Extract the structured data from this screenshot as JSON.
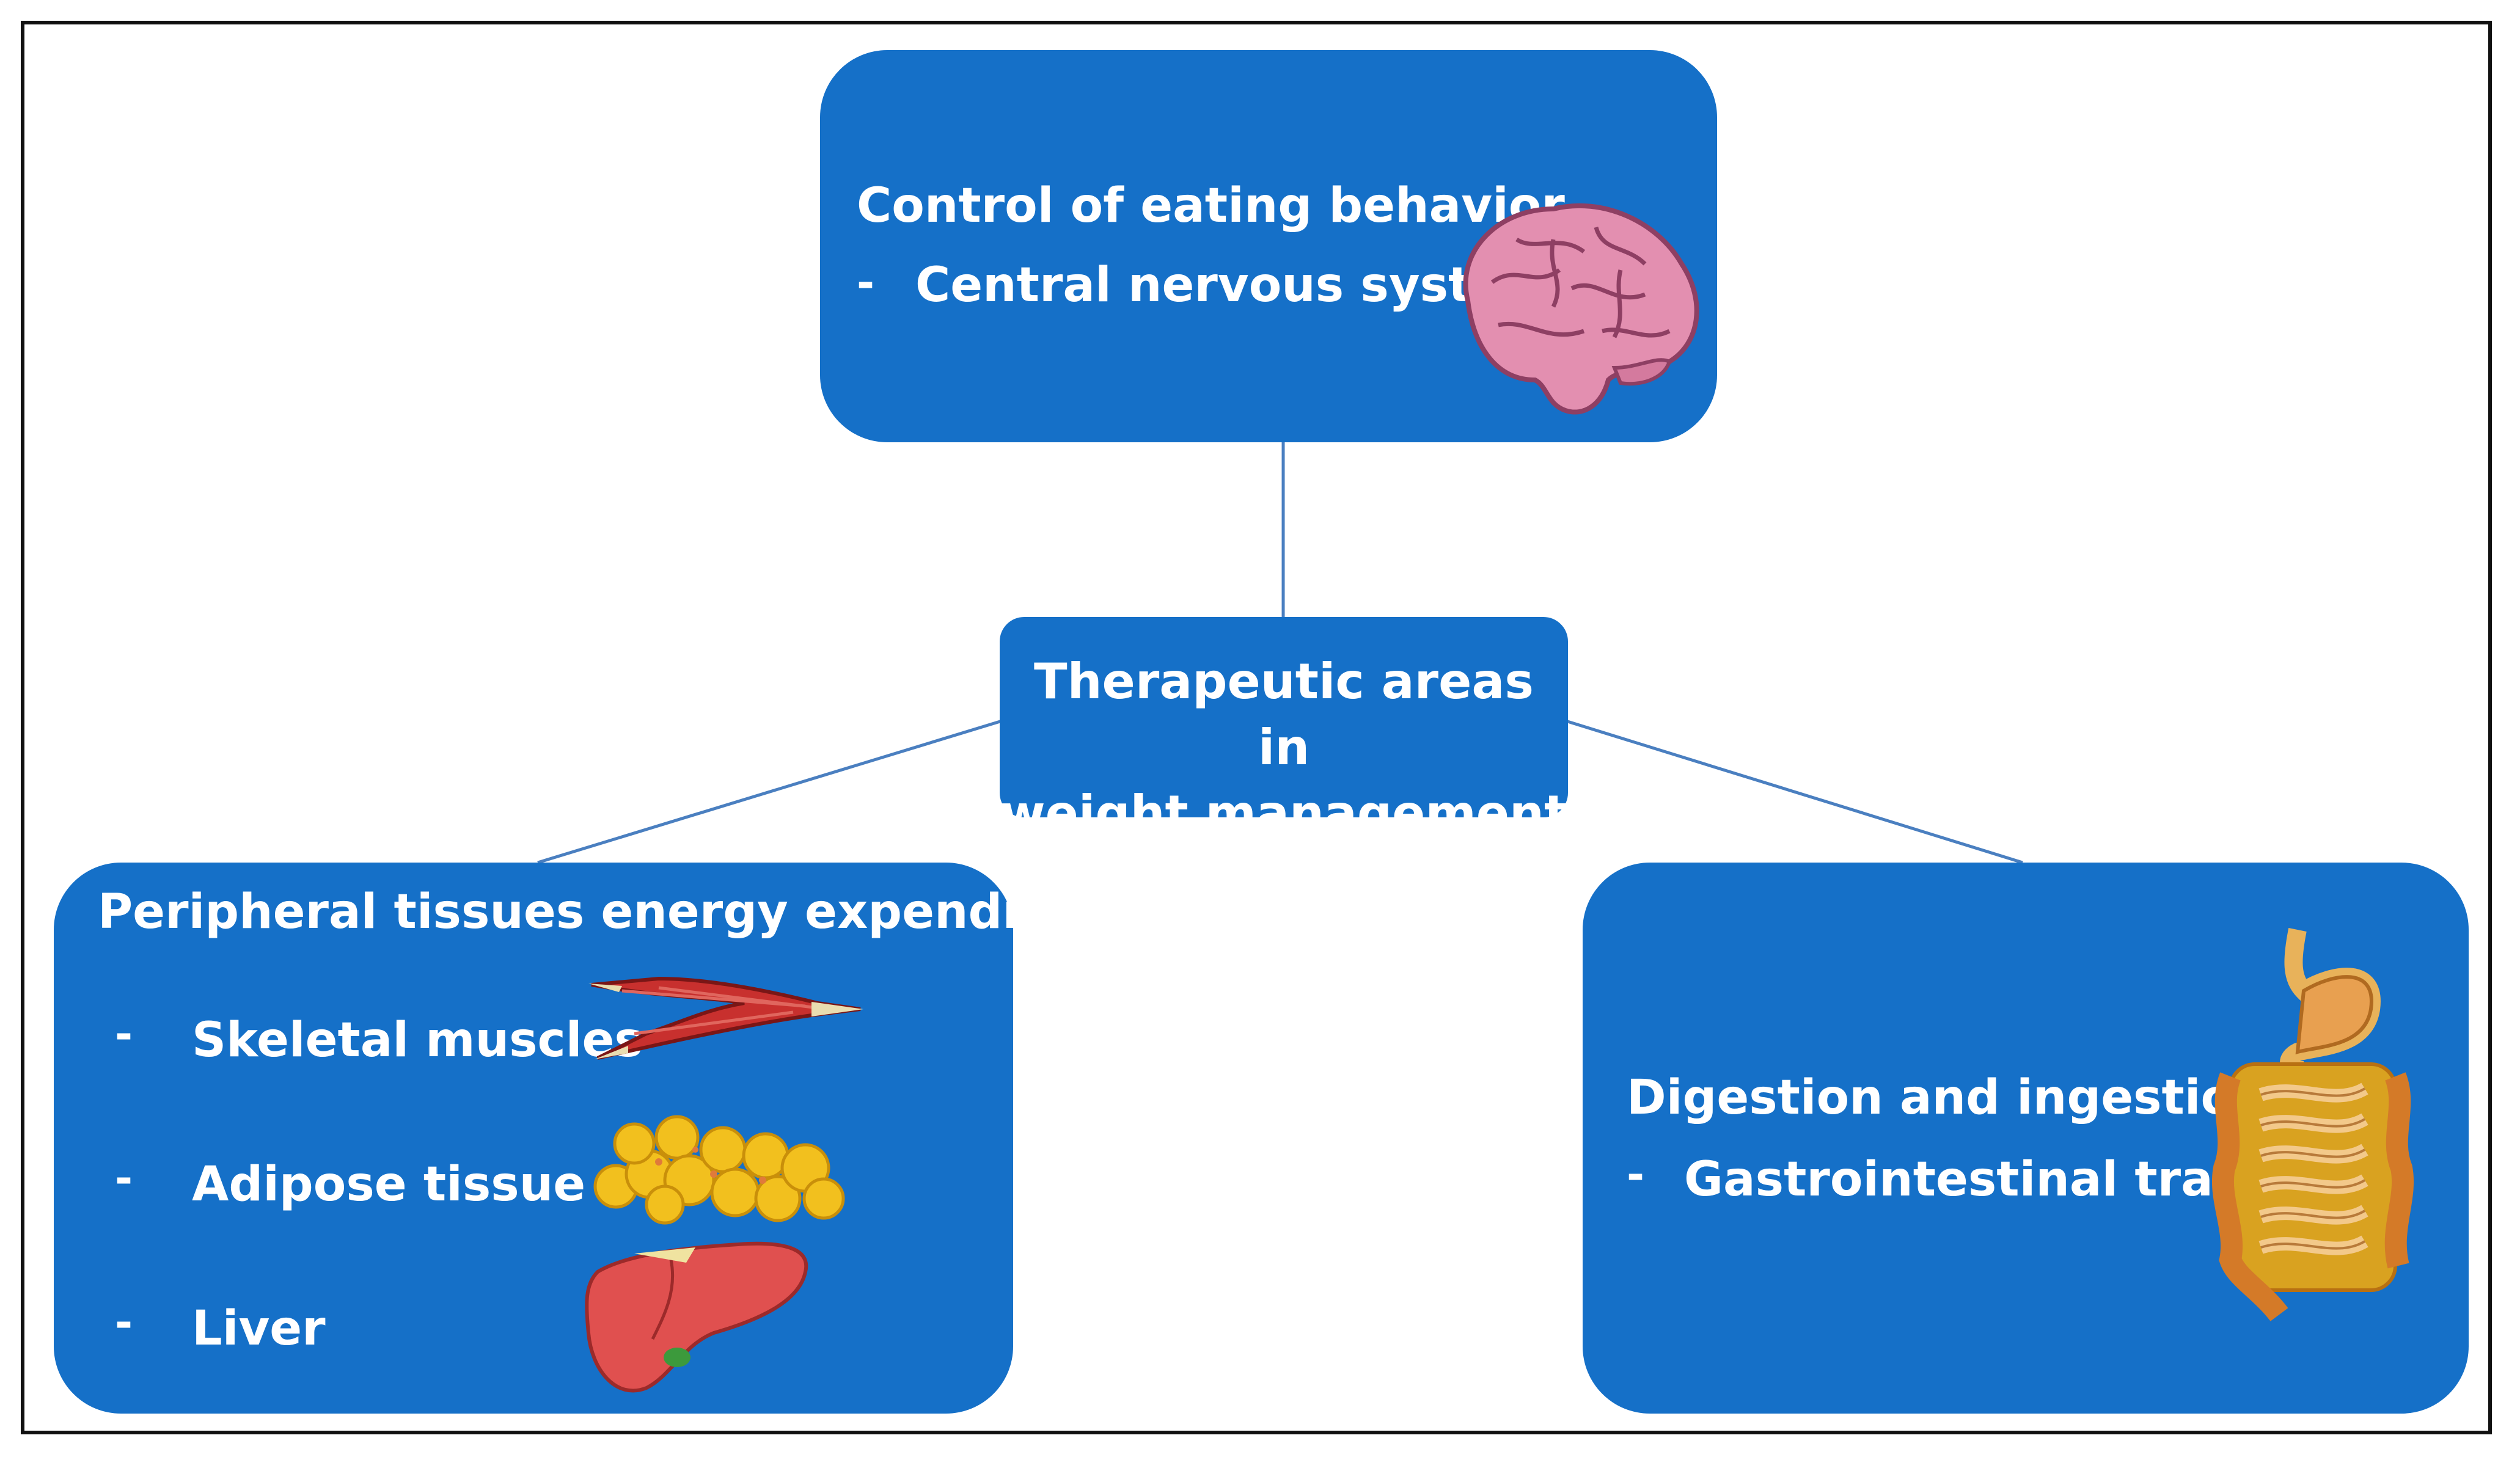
{
  "center": {
    "line1": "Therapeutic areas in",
    "line2": "weight management"
  },
  "top": {
    "title": "Control of eating behavior",
    "item": "Central nervous system",
    "icon": "brain-icon"
  },
  "left": {
    "title": "Peripheral tissues energy expenditure",
    "items": [
      {
        "label": "Skeletal muscles",
        "icon": "muscle-icon"
      },
      {
        "label": "Adipose tissue",
        "icon": "fat-cells-icon"
      },
      {
        "label": "Liver",
        "icon": "liver-icon"
      }
    ]
  },
  "right": {
    "title": "Digestion and ingestion",
    "item": "Gastrointestinal  tract",
    "icon": "digestive-tract-icon"
  },
  "bullet": "-",
  "colors": {
    "box": "#1570C8",
    "connector": "#4A7FC0",
    "text": "#FFFFFF"
  }
}
